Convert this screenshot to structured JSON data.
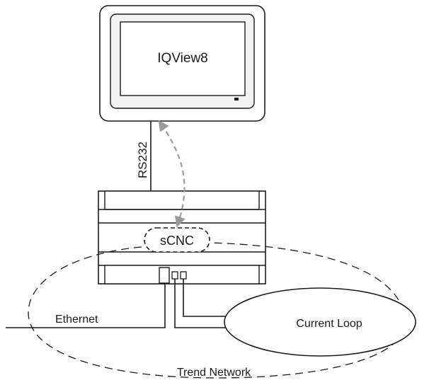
{
  "diagram": {
    "display_label": "IQView8",
    "rs232_label": "RS232",
    "controller_label": "sCNC",
    "ethernet_label": "Ethernet",
    "current_loop_label": "Current Loop",
    "trend_network_label": "Trend Network"
  }
}
